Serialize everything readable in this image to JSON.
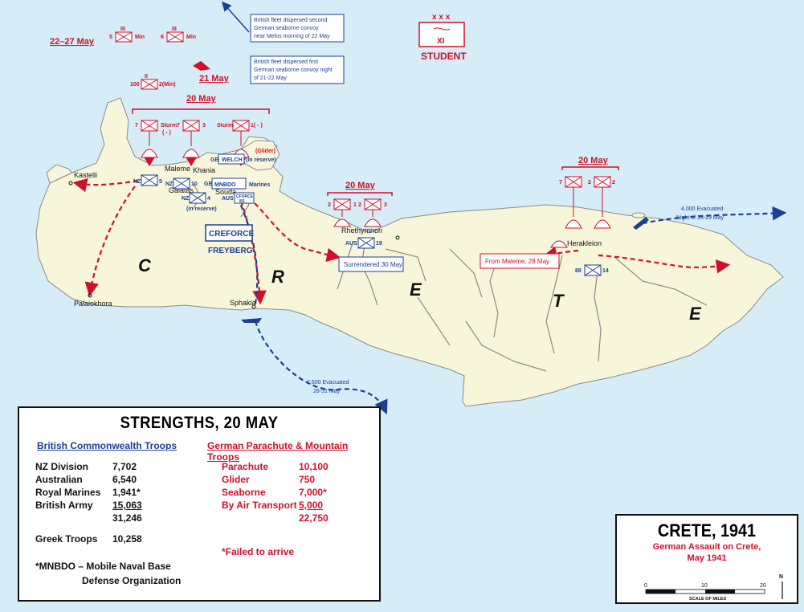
{
  "colors": {
    "sea": "#d6ecf7",
    "land": "#f8f6da",
    "german": "#d0102a",
    "allied": "#1d3f93",
    "river": "#8a8a8a"
  },
  "map_labels": {
    "C": "C",
    "R": "R",
    "E1": "E",
    "T": "T",
    "E2": "E",
    "kastelli": "Kastelli",
    "maleme": "Maleme",
    "khania": "Khania",
    "galatas": "Galatas",
    "souda": "Souda",
    "palaiokhora": "Palaiokhora",
    "sphakia": "Sphakia",
    "rhethymnon": "Rhethymnon",
    "herakleion": "Herakleion"
  },
  "dates": {
    "d2227": "22–27 May",
    "d21": "21 May",
    "d20_west": "20 May",
    "d20_mid": "20 May",
    "d20_east": "20 May"
  },
  "notes": {
    "fleet2_l1": "British fleet dispersed second",
    "fleet2_l2": "German seaborne convoy",
    "fleet2_l3": "near Melos morning of 22 May",
    "fleet1_l1": "British fleet dispersed first",
    "fleet1_l2": "German seaborne convoy night",
    "fleet1_l3": "of 21-22 May",
    "surrendered": "Surrendered 30 May",
    "from_maleme": "From Maleme, 28 May",
    "evac_east_l1": "4,000 Evacuated",
    "evac_east_l2": "Night of 28-29 May",
    "evac_south_l1": "2,600 Evacuated",
    "evac_south_l2": "28-31 May"
  },
  "units": {
    "student_echelon": "x x x",
    "student_num": "XI",
    "student_name": "STUDENT",
    "min5_num": "5",
    "min5_ech": "III",
    "min5_tag": "Min",
    "min6_num": "6",
    "min6_ech": "III",
    "min6_tag": "Min",
    "u100_num": "100",
    "u100_ech": "II",
    "u100_tag": "2(Min)",
    "storm7a_num": "7",
    "storm7a_tag": "Sturm",
    "storm7a_sub": "( - )",
    "u7_3_num": "7",
    "u7_3_tag": "3",
    "storm1_pre": "Sturm",
    "storm1_tag": "1( - )",
    "glider": "(Glider)",
    "welch": "WELCH",
    "gb_w": "GB",
    "in_reserve_w": "(in reserve)",
    "creforce": "CREFORCE",
    "freyberg": "FREYBERG",
    "nz5_pre": "NZ",
    "nz5_num": "5",
    "nz10_pre": "NZ",
    "nz10_num": "10",
    "mnbdo": "MNBDO",
    "gb_m": "GB",
    "marines": "Marines",
    "nz4_pre": "NZ",
    "nz4_num": "4",
    "in_reserve_nz": "(in reserve)",
    "aus_souda": "AUS",
    "x19_line1": "CFORCE",
    "x19_line2": "8/1",
    "r2_1_num": "2",
    "r2_1_tag": "1",
    "r2_3_num": "2",
    "r2_3_tag": "3",
    "aus19_pre": "AUS",
    "aus19_num": "19",
    "h7_num": "7",
    "h2_num": "2",
    "h2_tag": "2",
    "gb14_pre": "88",
    "gb14_num": "14"
  },
  "strengths": {
    "title": "STRENGTHS, 20 MAY",
    "british_header": "British Commonwealth Troops",
    "german_header": "German Parachute & Mountain Troops",
    "british": [
      {
        "label": "NZ Division",
        "value": "7,702"
      },
      {
        "label": "Australian",
        "value": "6,540"
      },
      {
        "label": "Royal Marines",
        "value": "1,941*"
      },
      {
        "label": "British Army",
        "value": "15,063"
      },
      {
        "label": "",
        "value": "31,246"
      },
      {
        "label": "Greek Troops",
        "value": "10,258"
      }
    ],
    "german": [
      {
        "label": "Parachute",
        "value": "10,100"
      },
      {
        "label": "Glider",
        "value": "750"
      },
      {
        "label": "Seaborne",
        "value": "7,000*"
      },
      {
        "label": "By Air Transport",
        "value": "5,000"
      },
      {
        "label": "",
        "value": "22,750"
      }
    ],
    "failed": "*Failed to arrive",
    "mnbdo_l1": "*MNBDO – Mobile Naval Base",
    "mnbdo_l2": "Defense Organization"
  },
  "title_box": {
    "title": "CRETE, 1941",
    "sub1": "German Assault on Crete,",
    "sub2": "May 1941",
    "north": "N",
    "scale_0": "0",
    "scale_10": "10",
    "scale_20": "20",
    "scale_label": "SCALE OF MILES"
  }
}
